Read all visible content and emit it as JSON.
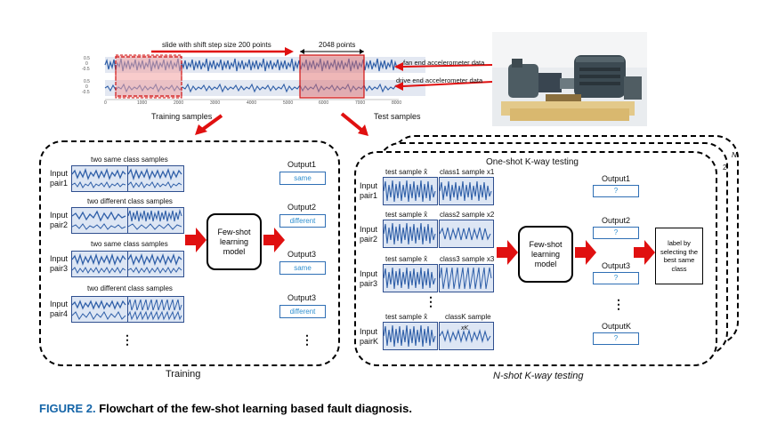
{
  "caption": {
    "label": "FIGURE 2.",
    "text": "Flowchart of the few-shot learning based fault diagnosis."
  },
  "signal": {
    "shift_note": "slide with shift step size 200 points",
    "window_note": "2048 points",
    "fan_label": "fan end accelerometer data",
    "drive_label": "drive end accelerometer data",
    "y_ticks": [
      "0.5",
      "0",
      "-0.5",
      "0.5",
      "0",
      "-0.5"
    ],
    "x_ticks": [
      "0",
      "1000",
      "2000",
      "3000",
      "4000",
      "5000",
      "6000",
      "7000",
      "8000"
    ]
  },
  "training_samples": "Training samples",
  "test_samples": "Test samples",
  "training": {
    "pairs": [
      {
        "desc": "two same class samples",
        "label1": "Input",
        "label2": "pair1",
        "out_title": "Output1",
        "out_value": "same"
      },
      {
        "desc": "two different class samples",
        "label1": "Input",
        "label2": "pair2",
        "out_title": "Output2",
        "out_value": "different"
      },
      {
        "desc": "two same class samples",
        "label1": "Input",
        "label2": "pair3",
        "out_title": "Output3",
        "out_value": "same"
      },
      {
        "desc": "two different class samples",
        "label1": "Input",
        "label2": "pair4",
        "out_title": "Output3",
        "out_value": "different"
      }
    ],
    "model": "Few-shot learning model",
    "dots": "⋮",
    "title": "Training"
  },
  "testing": {
    "header": "One-shot K-way testing",
    "stack_labels": [
      "2",
      "N"
    ],
    "pairs": [
      {
        "test": "test sample x̂",
        "cls": "class1 sample x1",
        "label1": "Input",
        "label2": "pair1",
        "out_title": "Output1",
        "out_value": "?"
      },
      {
        "test": "test sample x̂",
        "cls": "class2 sample x2",
        "label1": "Input",
        "label2": "pair2",
        "out_title": "Output2",
        "out_value": "?"
      },
      {
        "test": "test sample x̂",
        "cls": "class3 sample x3",
        "label1": "Input",
        "label2": "pair3",
        "out_title": "Output3",
        "out_value": "?"
      },
      {
        "test": "test sample x̂",
        "cls": "classK sample",
        "label1": "Input",
        "label2": "pairK",
        "out_title": "OutputK",
        "out_value": "?"
      }
    ],
    "xk": "xK",
    "model": "Few-shot learning model",
    "result": "label by selecting the best same class",
    "dots": "⋮",
    "title": "N-shot K-way testing"
  },
  "colors": {
    "accent": "#e01010",
    "wave": "#2f5fa8",
    "caption": "#1565a8"
  }
}
